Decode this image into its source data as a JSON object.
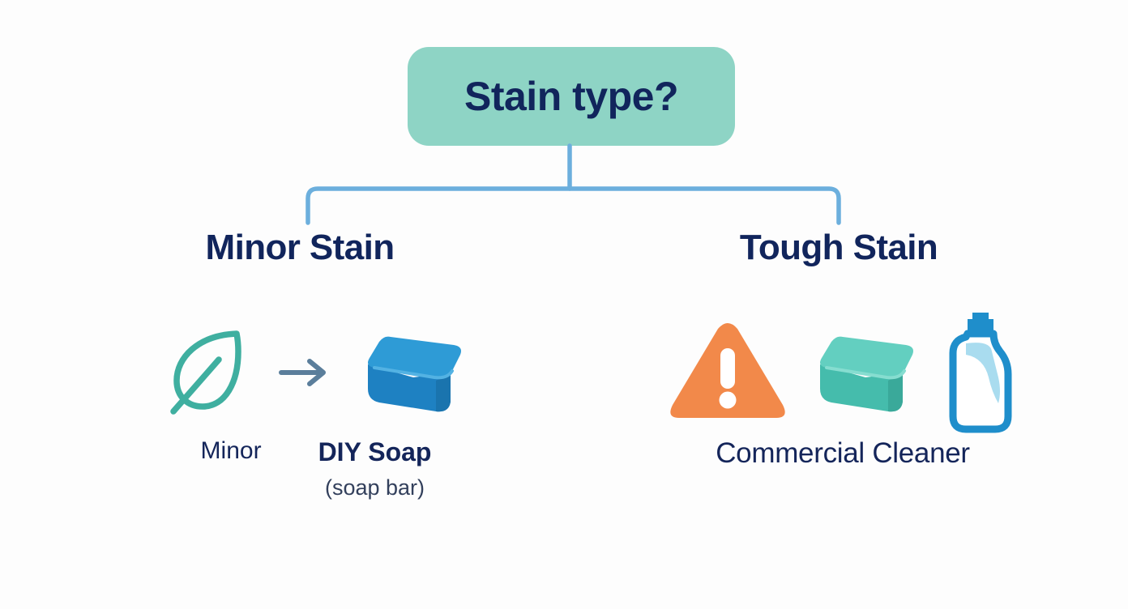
{
  "diagram": {
    "background_color": "#fdfdfd",
    "root": {
      "label": "Stain type?",
      "fill_color": "#8ed4c5",
      "text_color": "#11255c"
    },
    "connector": {
      "color": "#6cafdd",
      "icon_name": "tree-branch-connector"
    },
    "branches": [
      {
        "heading": "Minor Stain",
        "icons": [
          {
            "name": "leaf-icon",
            "color": "#3fafa0"
          },
          {
            "name": "arrow-right-icon",
            "color": "#5b7e9b"
          },
          {
            "name": "soap-bar-icon",
            "color": "#1e81c2"
          }
        ],
        "items": [
          {
            "label": "Minor",
            "sublabel": ""
          },
          {
            "label": "DIY Soap",
            "sublabel": "(soap bar)"
          }
        ]
      },
      {
        "heading": "Tough Stain",
        "icons": [
          {
            "name": "warning-triangle-icon",
            "color": "#f2894a"
          },
          {
            "name": "sponge-icon",
            "color": "#45bcac"
          },
          {
            "name": "detergent-bottle-icon",
            "color": "#1f8ecb"
          }
        ],
        "items": [
          {
            "label": "Commercial Cleaner",
            "sublabel": ""
          }
        ]
      }
    ]
  }
}
